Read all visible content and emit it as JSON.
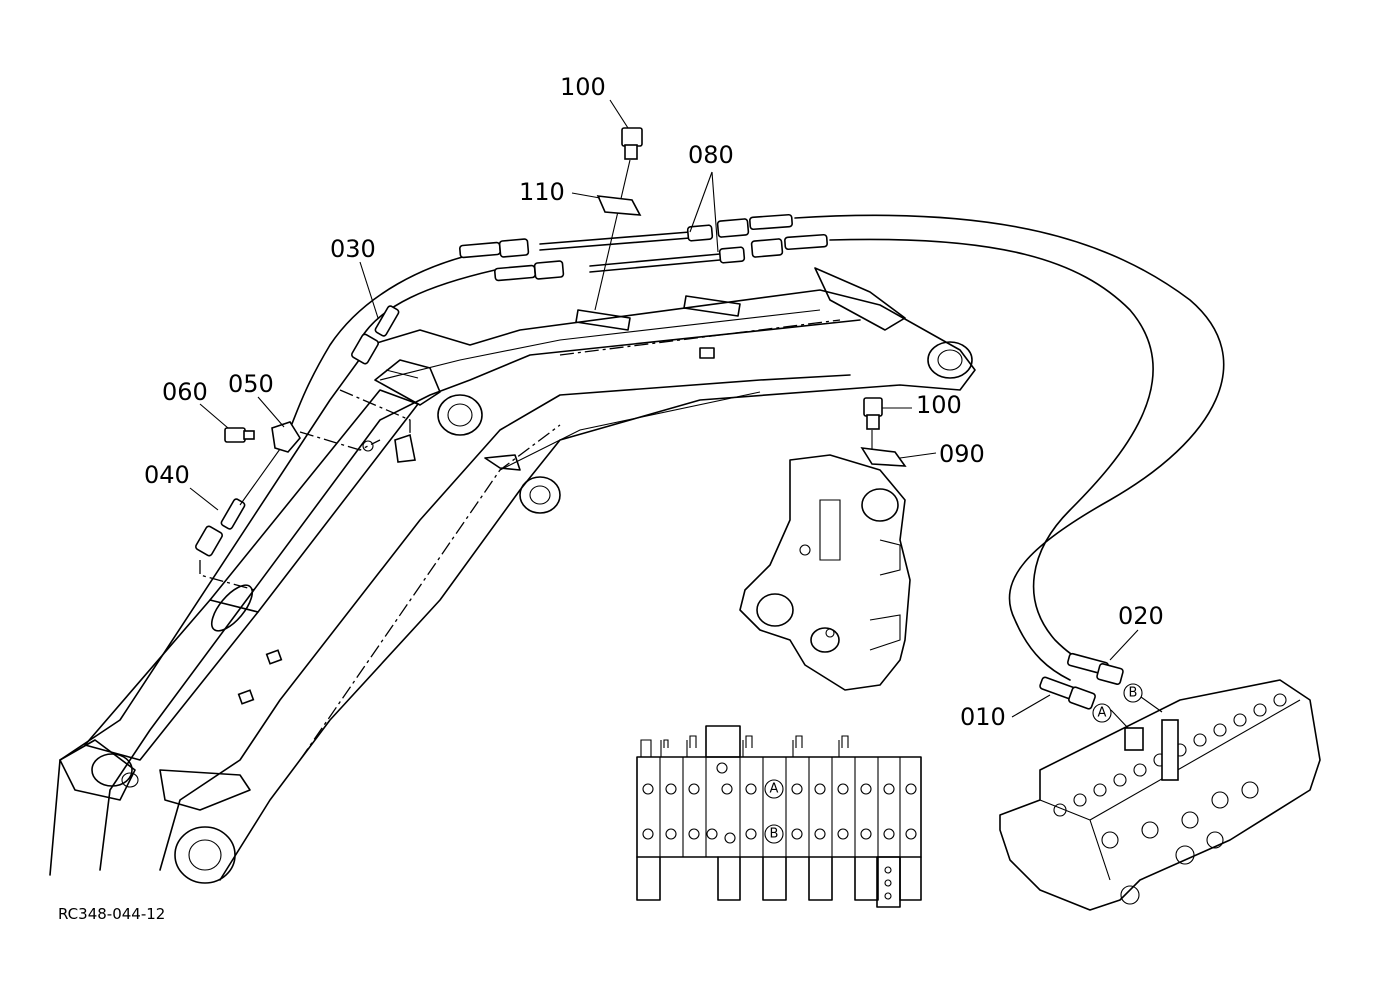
{
  "part_labels": {
    "p010": "010",
    "p020": "020",
    "p030": "030",
    "p040": "040",
    "p050": "050",
    "p060": "060",
    "p080": "080",
    "p090": "090",
    "p100_top": "100",
    "p100_mid": "100",
    "p110": "110"
  },
  "port_labels": {
    "valve_a": "A",
    "valve_b": "B",
    "schematic_a": "A",
    "schematic_b": "B"
  },
  "reference_code": "RC348-044-12"
}
